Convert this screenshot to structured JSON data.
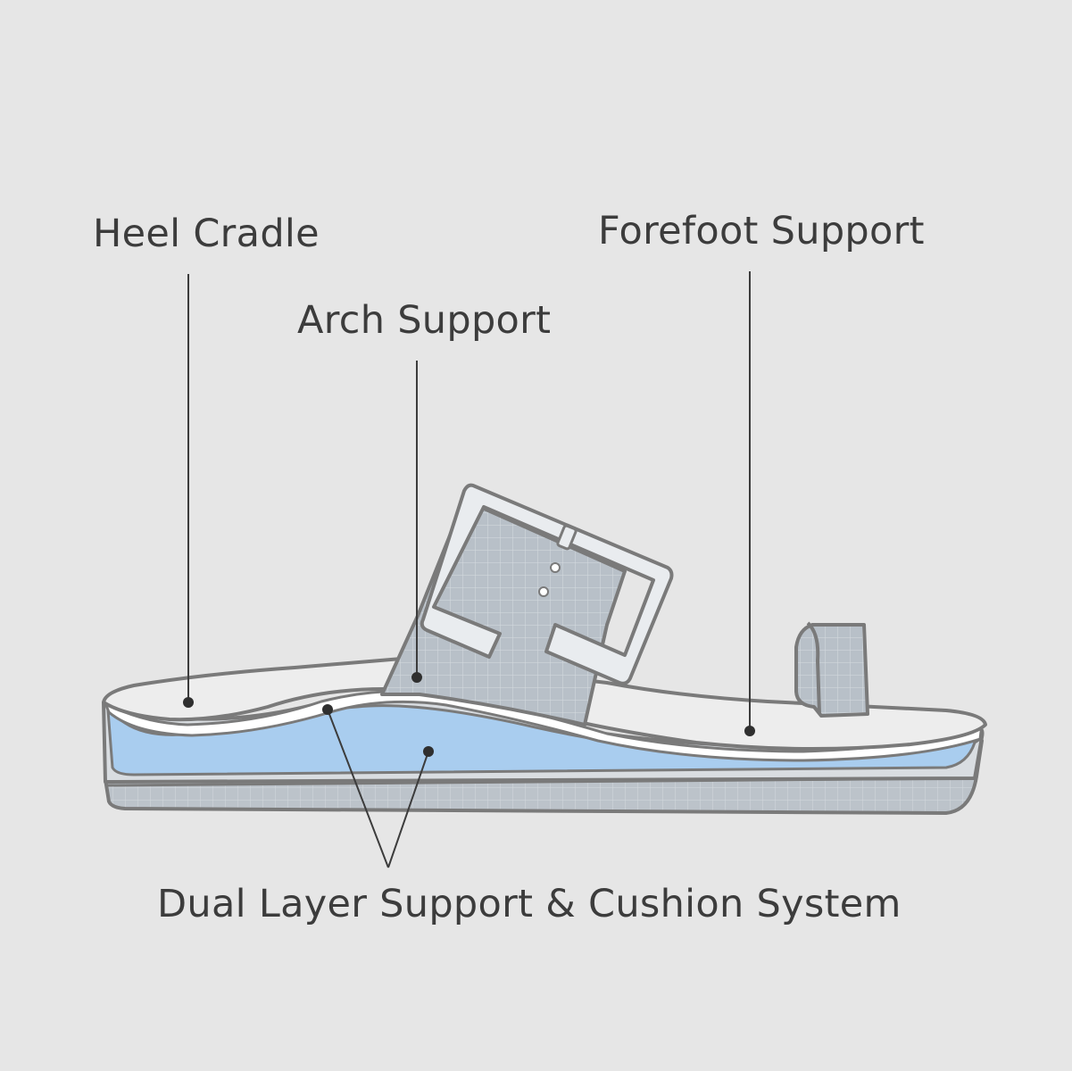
{
  "labels": {
    "heel_cradle": "Heel Cradle",
    "forefoot_support": "Forefoot Support",
    "arch_support": "Arch Support",
    "dual_layer": "Dual Layer Support & Cushion System"
  },
  "colors": {
    "background": "#e6e6e6",
    "outline": "#7a7a7a",
    "strap_fill": "#b8c0c8",
    "cushion_fill": "#a9cdef",
    "footbed_fill": "#ededed",
    "liner_fill": "#ffffff",
    "outsole_fill": "#bcc3ca",
    "text": "#3c3c3c"
  },
  "icons": {
    "sandal": "sandal-illustration"
  }
}
